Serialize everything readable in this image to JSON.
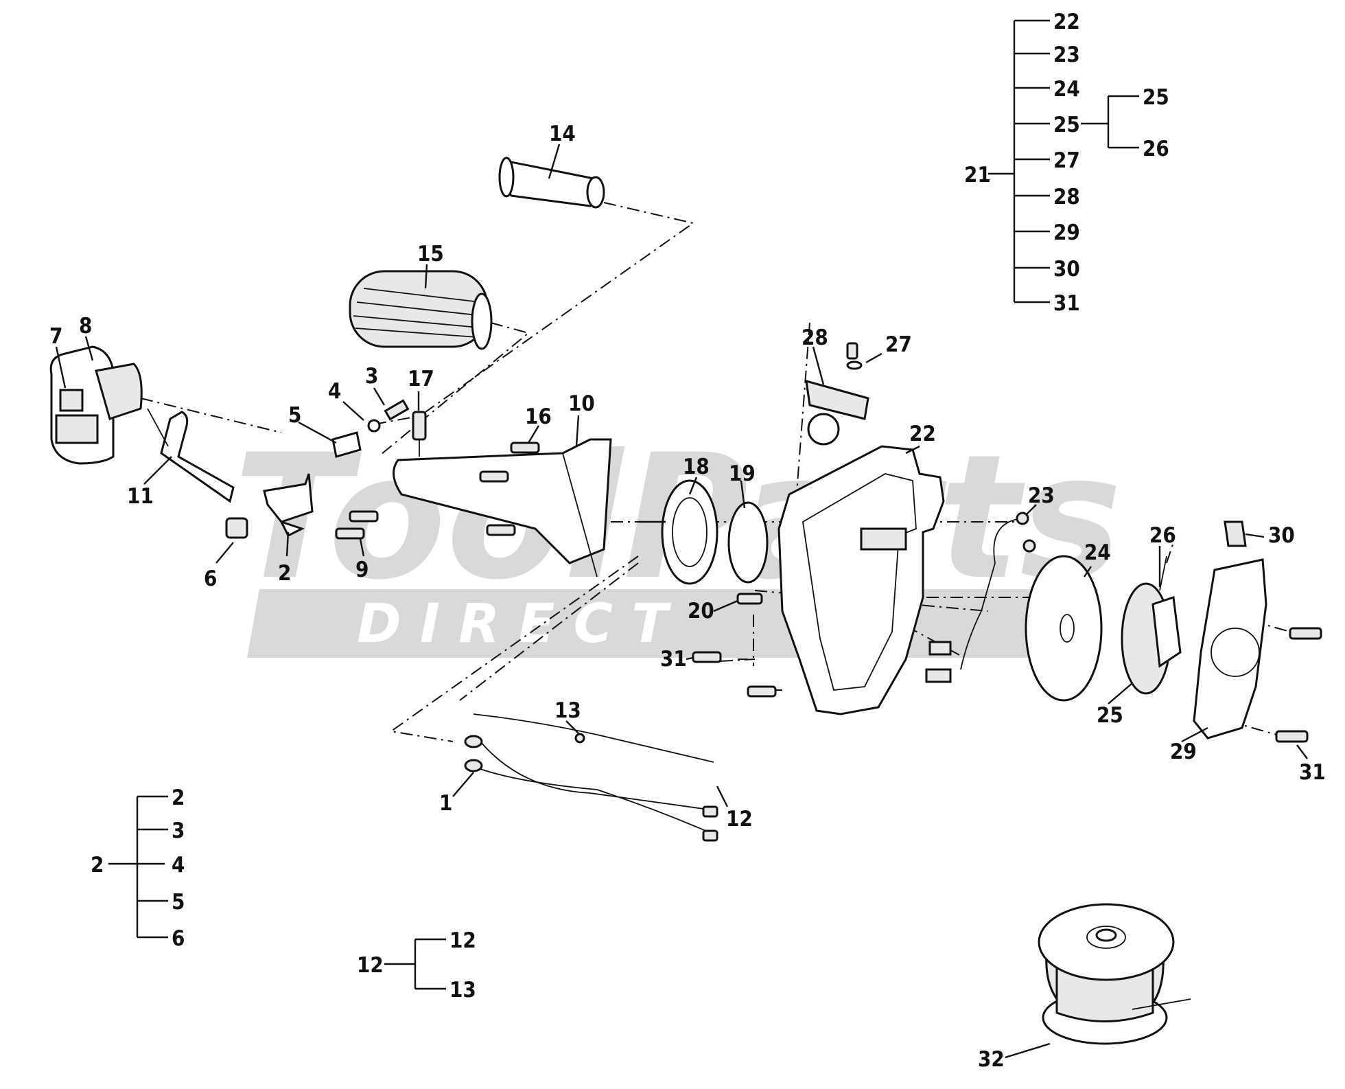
{
  "watermark": {
    "line1": "ToolParts",
    "line2": "D I R E C T"
  },
  "part_labels": [
    {
      "text": "14"
    },
    {
      "text": "15"
    },
    {
      "text": "8"
    },
    {
      "text": "7"
    },
    {
      "text": "3"
    },
    {
      "text": "17"
    },
    {
      "text": "4"
    },
    {
      "text": "5"
    },
    {
      "text": "16"
    },
    {
      "text": "10"
    },
    {
      "text": "11"
    },
    {
      "text": "6"
    },
    {
      "text": "2"
    },
    {
      "text": "9"
    },
    {
      "text": "28"
    },
    {
      "text": "27"
    },
    {
      "text": "22"
    },
    {
      "text": "18"
    },
    {
      "text": "19"
    },
    {
      "text": "23"
    },
    {
      "text": "24"
    },
    {
      "text": "26"
    },
    {
      "text": "30"
    },
    {
      "text": "20"
    },
    {
      "text": "31"
    },
    {
      "text": "25"
    },
    {
      "text": "29"
    },
    {
      "text": "31"
    },
    {
      "text": "13"
    },
    {
      "text": "1"
    },
    {
      "text": "12"
    },
    {
      "text": "32"
    }
  ],
  "kits": [
    {
      "parent": "21",
      "children": [
        "22",
        "23",
        "24",
        "25",
        "27",
        "28",
        "29",
        "30",
        "31"
      ],
      "subkit": {
        "parent": "25",
        "children": [
          "25",
          "26"
        ]
      }
    },
    {
      "parent": "2",
      "children": [
        "2",
        "3",
        "4",
        "5",
        "6"
      ]
    },
    {
      "parent": "12",
      "children": [
        "12",
        "13"
      ]
    }
  ]
}
